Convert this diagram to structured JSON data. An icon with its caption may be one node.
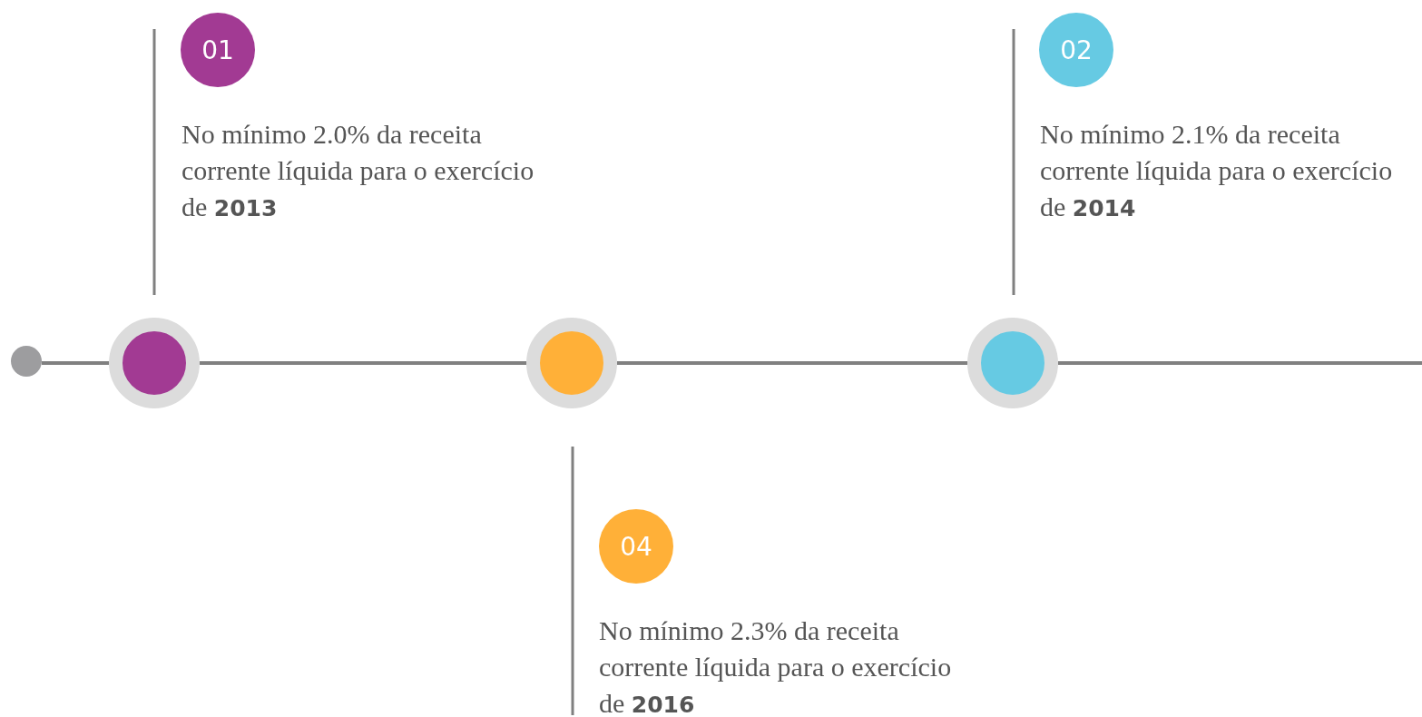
{
  "diagram": {
    "nodes": [
      {
        "text": [],
        "shape": "circle"
      },
      {
        "text": [],
        "shape": "circle"
      },
      {
        "text": [],
        "shape": "circle"
      },
      {
        "text": [],
        "shape": "circle"
      },
      {
        "text": [
          "01"
        ],
        "beside": [
          "No mínimo 2.0% da receita corrente líquida para o exercício de **2013**"
        ]
      },
      {
        "text": [
          "02"
        ],
        "beside": [
          "No mínimo 2.1% da receita corrente líquida para o exercício de **2014**"
        ]
      },
      {
        "text": [
          "04"
        ],
        "beside": [
          "No mínimo 2.3% da receita corrente líquida para o exercício de **2016**"
        ]
      }
    ],
    "edges": [
      {
        "from": 0,
        "to": 1,
        "arrow": "none"
      },
      {
        "from": 1,
        "to": 2,
        "arrow": "none"
      },
      {
        "from": 2,
        "to": 3,
        "arrow": "none"
      },
      {
        "from": 3,
        "to": null,
        "arrow": "none"
      }
    ]
  }
}
